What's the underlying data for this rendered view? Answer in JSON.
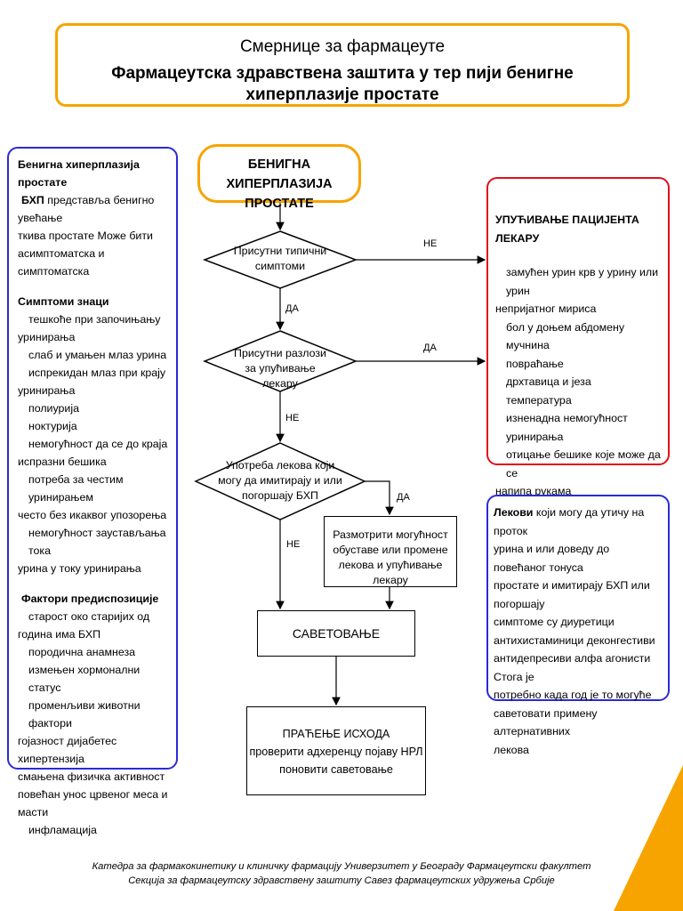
{
  "header": {
    "subtitle": "Смернице за фармацеуте",
    "title": "Фармацеутска здравствена заштита у тер  пији бенигне хиперплазије простате"
  },
  "left_panel": {
    "definition_heading": "Бенигна хиперплазија простате",
    "definition_abbr": "БХП",
    "definition_line1": "представља бенигно увећање",
    "definition_line2": "ткива простате  Може бити",
    "definition_line3": "асимптоматска и симптоматска",
    "symptoms_heading": "Симптоми знаци",
    "symptoms_lines": [
      "тешкоће при започињању",
      "уринирања",
      "слаб и умањен млаз урина",
      "испрекидан млаз при крају",
      "уринирања",
      "полиурија",
      "ноктурија",
      "немогућност да се до краја",
      "испразни бешика",
      "потреба за честим уринирањем",
      "често без икаквог упозорења",
      "немогућност заустављања тока",
      "урина у току уринирања"
    ],
    "factors_heading": "Фактори предиспозиције",
    "factors_lines": [
      "старост  око       старијих од",
      "година има БХП",
      "породична анамнеза",
      "измењен хормонални статус",
      "променљиви животни фактори",
      "гојазност  дијабетес  хипертензија",
      "смањена физичка активност",
      "повећан унос црвеног меса и масти",
      "инфламација"
    ]
  },
  "flowchart": {
    "start": "БЕНИГНА ХИПЕРПЛАЗИЈА ПРОСТАТЕ",
    "decision1": "Присутни типични симптоми",
    "decision2": "Присутни разлози за упућивање лекару",
    "decision3": "Употреба лекова који могу да имитирају и или погоршају БХП",
    "consider": "Размотрити  могућност обуставе или промене лекова и упућивање лекару",
    "counsel": "САВЕТОВАЊЕ",
    "outcome_title": "ПРАЋЕЊЕ ИСХОДА",
    "outcome_line1": "проверити адхеренцу  појаву НРЛ",
    "outcome_line2": "поновити саветовање",
    "label_no1": "НЕ",
    "label_yes1": "ДА",
    "label_yes2": "ДА",
    "label_no2": "НЕ",
    "label_yes3": "ДА",
    "label_no3": "НЕ"
  },
  "referral_panel": {
    "heading": "УПУЋИВАЊЕ ПАЦИЈЕНТА ЛЕКАРУ",
    "lines": [
      "замућен урин  крв у урину или урин",
      "непријатног мириса",
      "бол у доњем абдомену",
      "мучнина",
      "повраћање",
      "дрхтавица и језа",
      "температура",
      "изненадна немогућност уринирања",
      "отицање бешике које може да се",
      "напипа рукама"
    ]
  },
  "drugs_panel": {
    "bold": "Лекови",
    "line1": "који могу да утичу на проток",
    "lines": [
      "урина и или доведу до повећаног тонуса",
      "простате и имитирају БХП или погоршају",
      "симптоме су  диуретици",
      "антихистаминици  деконгестиви",
      "антидепресиви  алфа агонисти  Стога је",
      "потребно  када год је то могуће",
      "саветовати примену алтернативних",
      "лекова"
    ]
  },
  "footer": {
    "line1": "Катедра за фармакокинетику и клиничку фармацију  Универзитет у Београду Фармацеутски факултет",
    "line2": "Секција за фармацеутску здравствену заштиту  Савез фармацеутских удружења Србије"
  },
  "colors": {
    "orange": "#f7a400",
    "blue": "#2b2bd6",
    "red": "#e0101a",
    "corner": "#f7a400"
  }
}
